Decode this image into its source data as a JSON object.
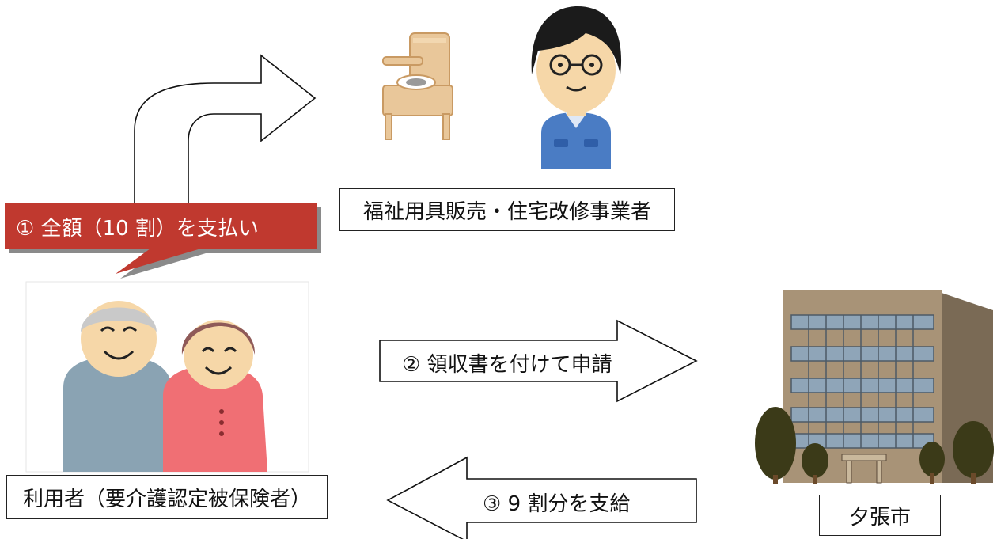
{
  "diagram": {
    "callout_step1": "① 全額（10 割）を支払い",
    "step2": "② 領収書を付けて申請",
    "step3": "③ 9 割分を支給",
    "label_vendor": "福祉用具販売・住宅改修事業者",
    "label_user": "利用者（要介護認定被保険者）",
    "label_city": "夕張市"
  },
  "colors": {
    "callout_fill": "#c0392f",
    "callout_shadow": "#8a8a8a",
    "user_shirt_man": "#8aa3b3",
    "user_shirt_woman": "#f06f74",
    "worker_uniform": "#4a7cc4",
    "building": "#9c8a70",
    "tree": "#3b3a18"
  },
  "icons": [
    "portable-toilet-chair-icon",
    "worker-icon",
    "elderly-couple-icon",
    "city-hall-building-icon"
  ]
}
